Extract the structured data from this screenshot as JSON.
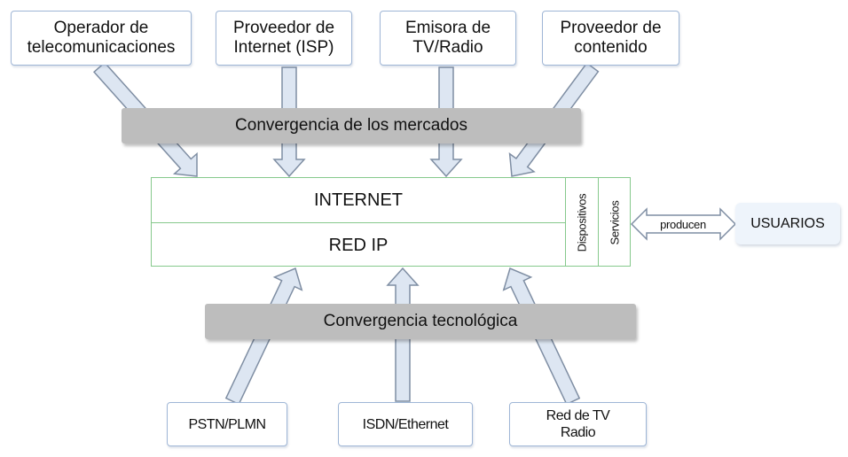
{
  "top_boxes": [
    {
      "label": "Operador de\ntelecomunicaciones"
    },
    {
      "label": "Proveedor de\nInternet (ISP)"
    },
    {
      "label": "Emisora de\nTV/Radio"
    },
    {
      "label": "Proveedor de\ncontenido"
    }
  ],
  "bands": {
    "markets": "Convergencia de los mercados",
    "technology": "Convergencia tecnológica"
  },
  "core": {
    "internet": "INTERNET",
    "ip_network": "RED IP",
    "devices": "Dispositivos",
    "services": "Servicios"
  },
  "link_label": "producen",
  "users_label": "USUARIOS",
  "bottom_boxes": [
    {
      "label": "PSTN/PLMN"
    },
    {
      "label": "ISDN/Ethernet"
    },
    {
      "label": "Red de TV\nRadio"
    }
  ],
  "colors": {
    "arrow_fill": "#dde6f2",
    "arrow_stroke": "#7f8ea3",
    "band_fill": "#bdbdbd",
    "core_border": "#86c98c",
    "box_border": "#9fb6d6",
    "users_fill": "#eef4fb"
  }
}
